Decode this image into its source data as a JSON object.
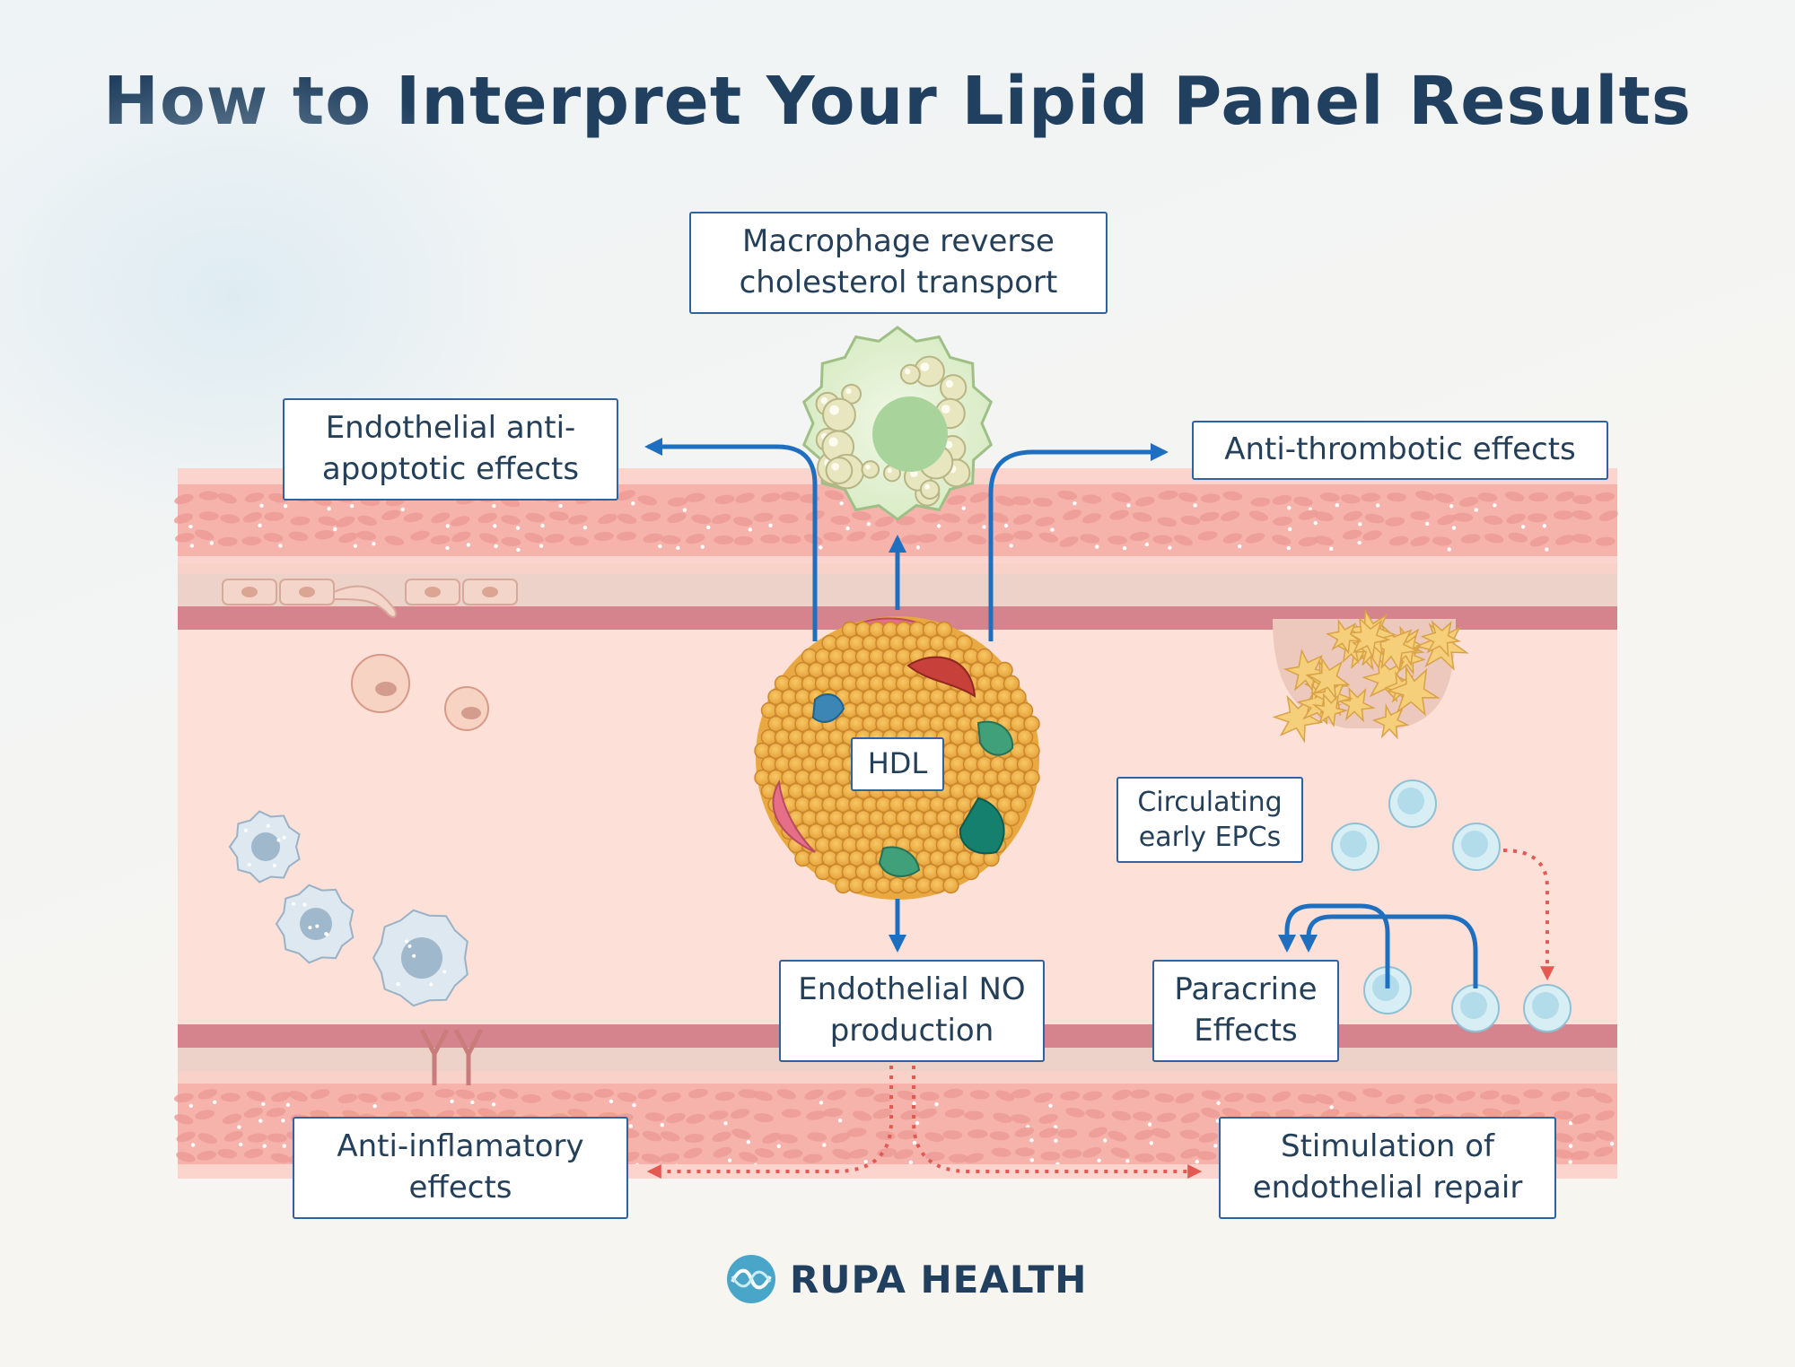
{
  "title": "How to Interpret Your Lipid Panel Results",
  "labels": {
    "macrophage": "Macrophage reverse\ncholesterol transport",
    "anti_apoptotic": "Endothelial anti-\napoptotic effects",
    "anti_thrombotic": "Anti-thrombotic effects",
    "hdl": "HDL",
    "epcs": "Circulating\nearly EPCs",
    "paracrine": "Paracrine\nEffects",
    "no_production": "Endothelial NO\nproduction",
    "anti_inflammatory": "Anti-inflamatory\neffects",
    "endothelial_repair": "Stimulation of\nendothelial repair"
  },
  "brand": {
    "name": "RUPA HEALTH"
  },
  "colors": {
    "title": "#21405f",
    "box_border": "#2f62a0",
    "solid_arrow": "#1f6fc0",
    "dotted_arrow": "#e25a52",
    "vessel_wall": "#f5b7b0",
    "lumen": "#fde2da",
    "hdl": "#f0b54a"
  },
  "icons": [
    "macrophage-cell",
    "hdl-particle",
    "platelet-cluster",
    "white-blood-cell",
    "epc-cell",
    "red-blood-cell",
    "receptor-icon",
    "rupa-logo-icon"
  ]
}
